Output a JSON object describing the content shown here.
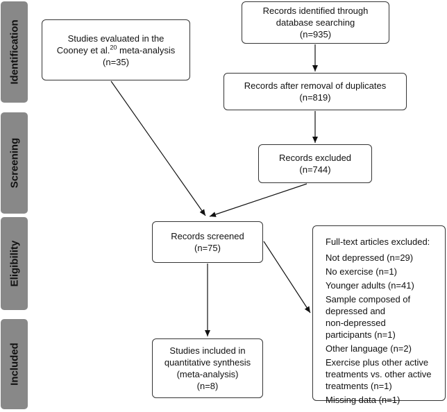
{
  "phases": {
    "identification": "Identification",
    "screening": "Screening",
    "eligibility": "Eligibility",
    "included": "Included"
  },
  "boxes": {
    "cooney": {
      "line1": "Studies evaluated in the",
      "line2_pre": "Cooney et al.",
      "line2_sup": "20",
      "line2_post": " meta-analysis",
      "count": "(n=35)"
    },
    "identified": {
      "line1": "Records identified through",
      "line2": "database searching",
      "count": "(n=935)"
    },
    "deduplicated": {
      "line1": "Records after removal of duplicates",
      "count": "(n=819)"
    },
    "excluded": {
      "line1": "Records excluded",
      "count": "(n=744)"
    },
    "screened": {
      "line1": "Records screened",
      "count": "(n=75)"
    },
    "included": {
      "line1": "Studies included in",
      "line2": "quantitative synthesis",
      "line3": "(meta-analysis)",
      "count": "(n=8)"
    },
    "fulltext_excluded": {
      "title": "Full-text articles excluded:",
      "items": [
        [
          "Not depressed (n=29)"
        ],
        [
          "No exercise (n=1)"
        ],
        [
          "Younger adults (n=41)"
        ],
        [
          "Sample composed of",
          "depressed and",
          "non-depressed",
          "participants (n=1)"
        ],
        [
          "Other language (n=2)"
        ],
        [
          "Exercise plus other active",
          "treatments vs. other active",
          "treatments (n=1)"
        ],
        [
          "Missing data (n=1)"
        ]
      ]
    }
  }
}
